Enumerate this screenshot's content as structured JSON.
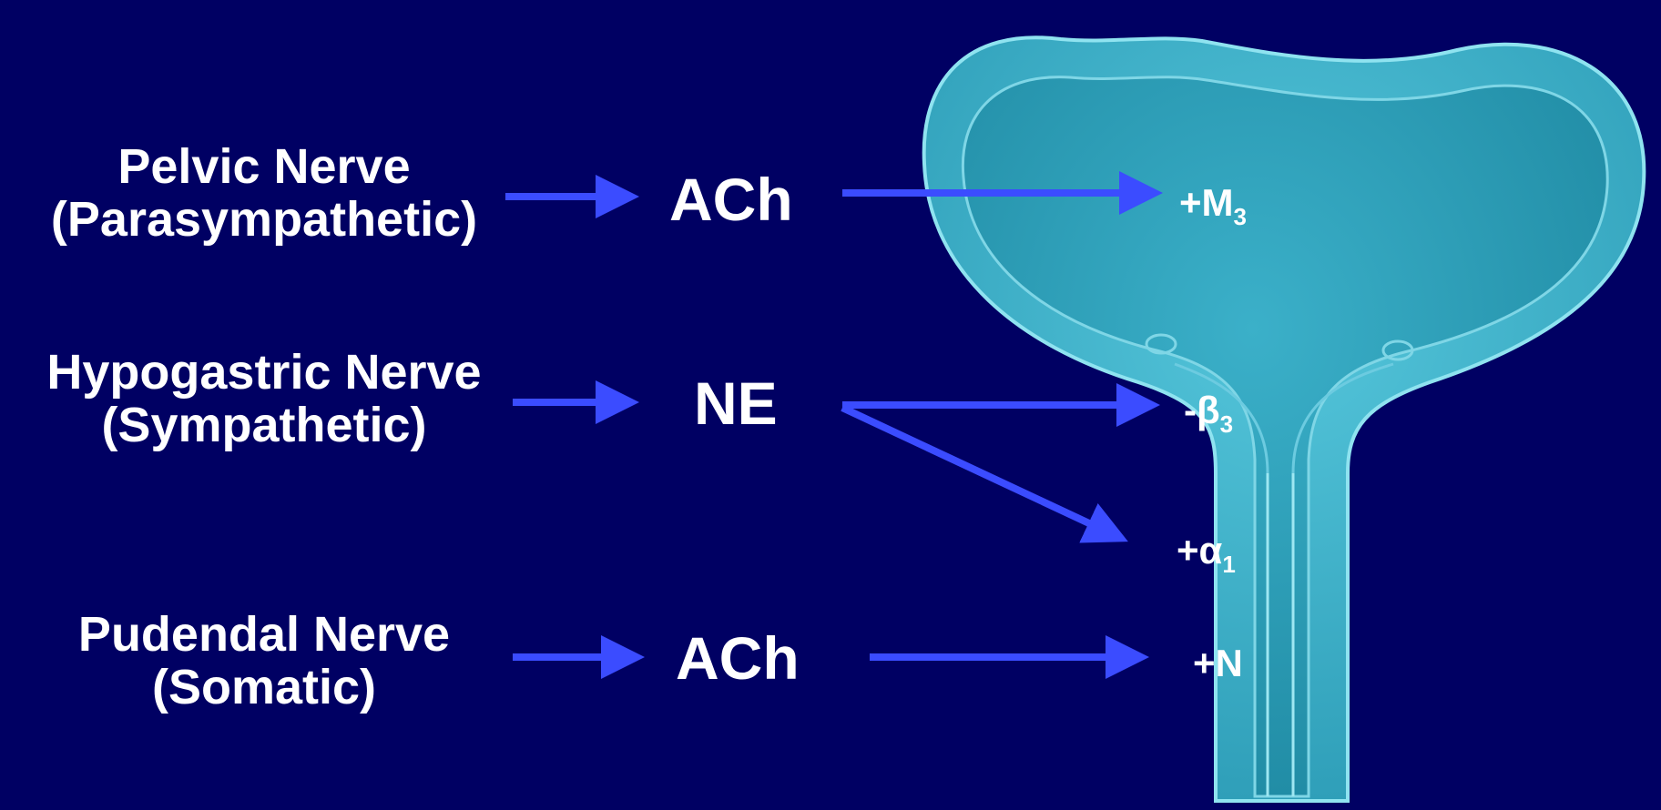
{
  "rows": [
    {
      "nerve_name": "Pelvic Nerve",
      "nerve_type": "(Parasympathetic)",
      "transmitter": "ACh",
      "receptors": [
        {
          "sign": "+",
          "symbol": "M",
          "subscript": "3"
        }
      ]
    },
    {
      "nerve_name": "Hypogastric Nerve",
      "nerve_type": "(Sympathetic)",
      "transmitter": "NE",
      "receptors": [
        {
          "sign": "-",
          "symbol": "β",
          "subscript": "3"
        },
        {
          "sign": "+",
          "symbol": "α",
          "subscript": "1"
        }
      ]
    },
    {
      "nerve_name": "Pudendal Nerve",
      "nerve_type": "(Somatic)",
      "transmitter": "ACh",
      "receptors": [
        {
          "sign": "+",
          "symbol": "N",
          "subscript": ""
        }
      ]
    }
  ],
  "colors": {
    "background": "#000063",
    "arrow": "#3b4cff",
    "text": "#ffffff",
    "bladder_wall": "#3fb6cf",
    "bladder_interior": "#2a9db5",
    "bladder_outline": "#8fe3f0"
  },
  "illustration": "urinary-bladder"
}
